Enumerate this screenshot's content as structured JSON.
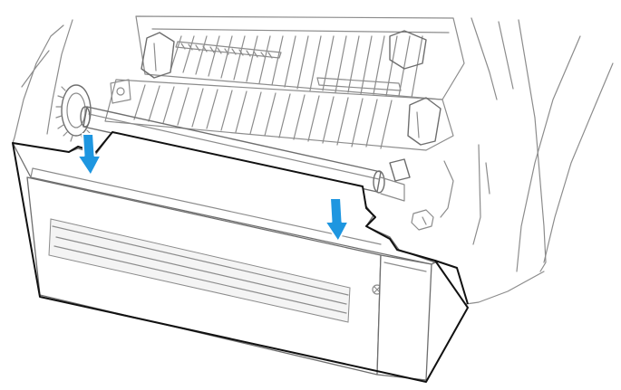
{
  "figure": {
    "description_kind": "line illustration",
    "arrow_color": "#1e96e0",
    "line_color": "#6e6e6e",
    "outline_color": "#111111",
    "background_color": "#ffffff",
    "arrows": [
      {
        "direction": "down",
        "icon": "arrow-down-icon"
      },
      {
        "direction": "down",
        "icon": "arrow-down-icon"
      }
    ]
  }
}
